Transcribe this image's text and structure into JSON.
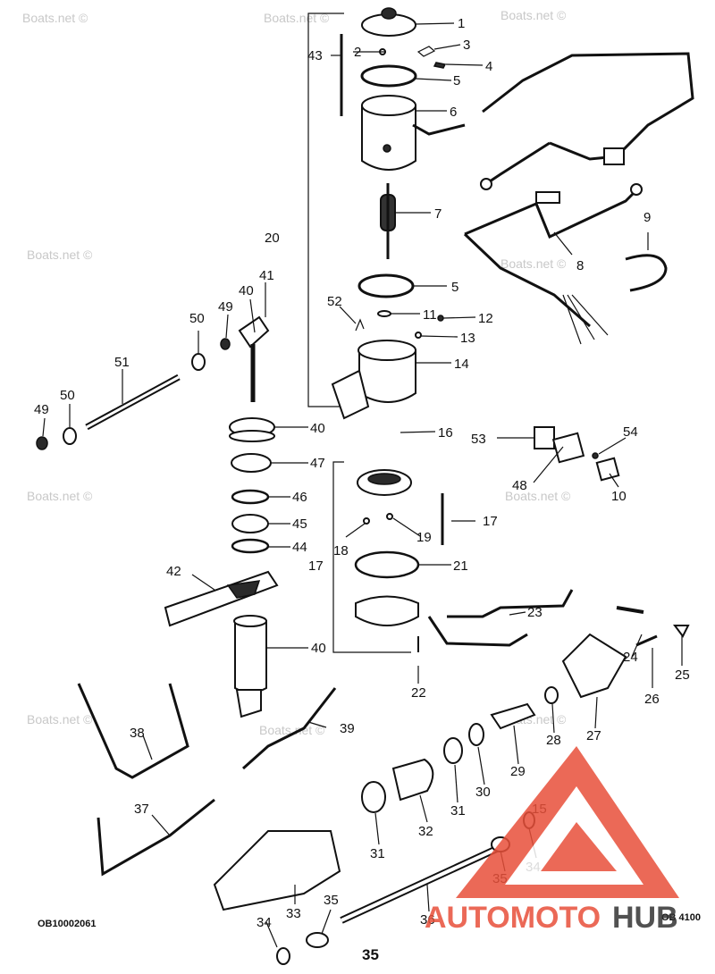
{
  "diagram": {
    "watermark": "Boats.net ©",
    "left_code": "OB10002061",
    "right_code": "OB 4100",
    "page_number": "35",
    "logo": {
      "text_auto": "AUTOMOTO",
      "text_hub": "HUB",
      "color": "#e8503a",
      "hub_color": "#333333"
    },
    "callouts": [
      {
        "id": "c1",
        "text": "1"
      },
      {
        "id": "c2",
        "text": "2"
      },
      {
        "id": "c3",
        "text": "3"
      },
      {
        "id": "c4",
        "text": "4"
      },
      {
        "id": "c5a",
        "text": "5"
      },
      {
        "id": "c6",
        "text": "6"
      },
      {
        "id": "c7",
        "text": "7"
      },
      {
        "id": "c8",
        "text": "8"
      },
      {
        "id": "c9",
        "text": "9"
      },
      {
        "id": "c5b",
        "text": "5"
      },
      {
        "id": "c10",
        "text": "10"
      },
      {
        "id": "c11",
        "text": "11"
      },
      {
        "id": "c12",
        "text": "12"
      },
      {
        "id": "c13",
        "text": "13"
      },
      {
        "id": "c14",
        "text": "14"
      },
      {
        "id": "c15",
        "text": "15"
      },
      {
        "id": "c16",
        "text": "16"
      },
      {
        "id": "c17a",
        "text": "17"
      },
      {
        "id": "c17b",
        "text": "17"
      },
      {
        "id": "c18",
        "text": "18"
      },
      {
        "id": "c19",
        "text": "19"
      },
      {
        "id": "c20",
        "text": "20"
      },
      {
        "id": "c21",
        "text": "21"
      },
      {
        "id": "c22",
        "text": "22"
      },
      {
        "id": "c23",
        "text": "23"
      },
      {
        "id": "c24",
        "text": "24"
      },
      {
        "id": "c25",
        "text": "25"
      },
      {
        "id": "c26",
        "text": "26"
      },
      {
        "id": "c27",
        "text": "27"
      },
      {
        "id": "c28",
        "text": "28"
      },
      {
        "id": "c29",
        "text": "29"
      },
      {
        "id": "c30",
        "text": "30"
      },
      {
        "id": "c31a",
        "text": "31"
      },
      {
        "id": "c31b",
        "text": "31"
      },
      {
        "id": "c32",
        "text": "32"
      },
      {
        "id": "c33",
        "text": "33"
      },
      {
        "id": "c34a",
        "text": "34"
      },
      {
        "id": "c34b",
        "text": "34"
      },
      {
        "id": "c35a",
        "text": "35"
      },
      {
        "id": "c35b",
        "text": "35"
      },
      {
        "id": "c36",
        "text": "36"
      },
      {
        "id": "c37",
        "text": "37"
      },
      {
        "id": "c38",
        "text": "38"
      },
      {
        "id": "c39",
        "text": "39"
      },
      {
        "id": "c40a",
        "text": "40"
      },
      {
        "id": "c40b",
        "text": "40"
      },
      {
        "id": "c40c",
        "text": "40"
      },
      {
        "id": "c41",
        "text": "41"
      },
      {
        "id": "c42",
        "text": "42"
      },
      {
        "id": "c43",
        "text": "43"
      },
      {
        "id": "c44",
        "text": "44"
      },
      {
        "id": "c45",
        "text": "45"
      },
      {
        "id": "c46",
        "text": "46"
      },
      {
        "id": "c47",
        "text": "47"
      },
      {
        "id": "c48",
        "text": "48"
      },
      {
        "id": "c49a",
        "text": "49"
      },
      {
        "id": "c49b",
        "text": "49"
      },
      {
        "id": "c50a",
        "text": "50"
      },
      {
        "id": "c50b",
        "text": "50"
      },
      {
        "id": "c51",
        "text": "51"
      },
      {
        "id": "c52",
        "text": "52"
      },
      {
        "id": "c53",
        "text": "53"
      },
      {
        "id": "c54",
        "text": "54"
      }
    ]
  }
}
